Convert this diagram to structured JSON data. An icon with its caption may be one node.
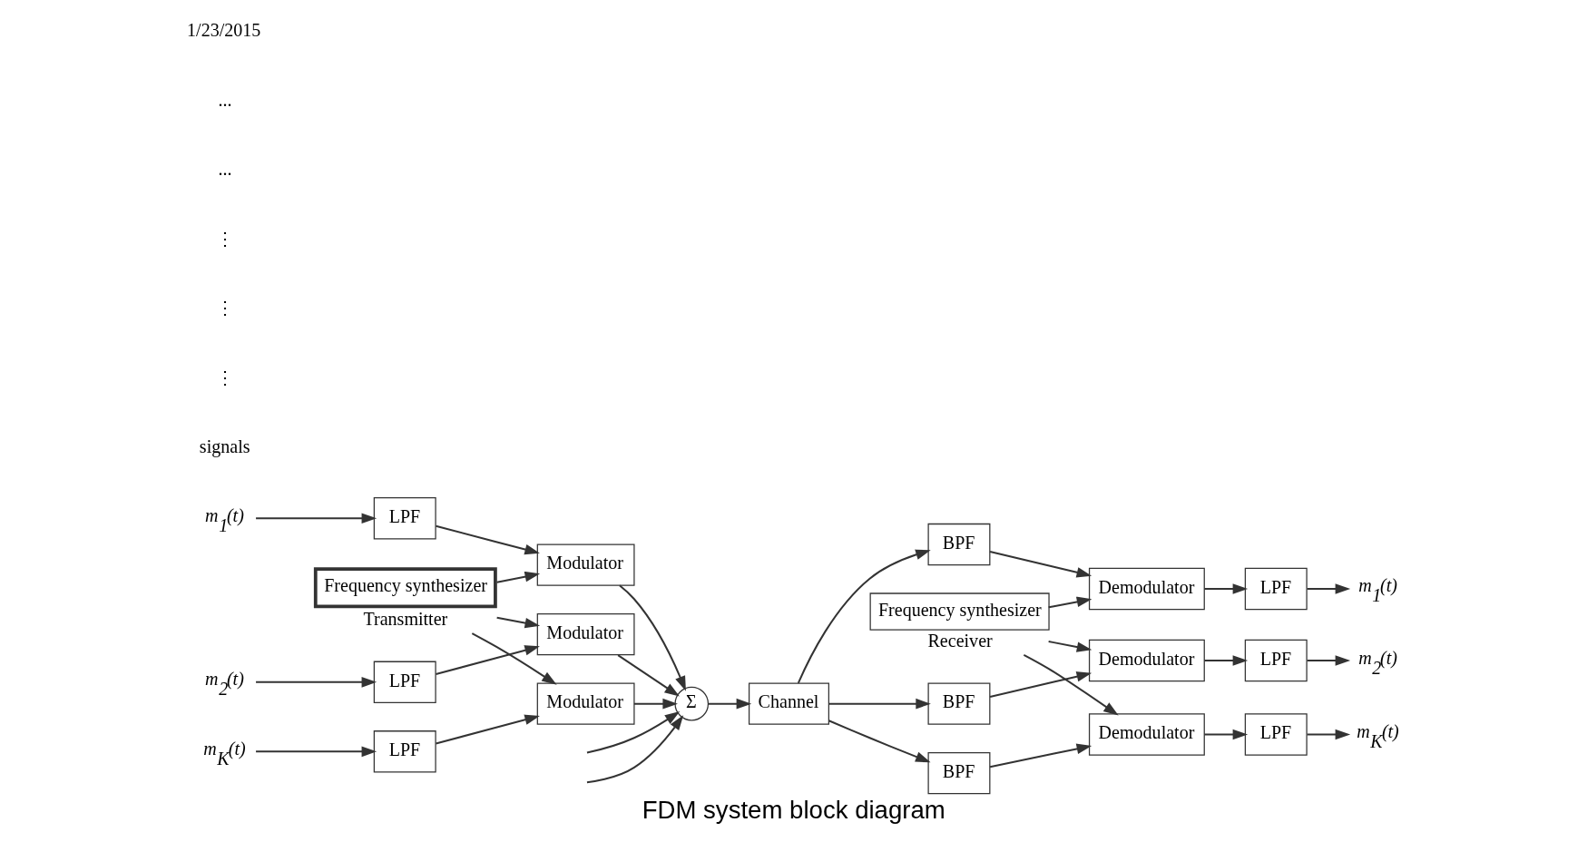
{
  "diagram": {
    "title": "FDM system block diagram",
    "nodes": [
      {
        "text": [
          "m$_{1}$(t)"
        ]
      },
      {
        "text": [
          "LPF"
        ]
      },
      {
        "text": [
          "Modulator"
        ]
      },
      {
        "text": [
          "m$_{2}$(t)"
        ]
      },
      {
        "text": [
          "LPF"
        ]
      },
      {
        "text": [
          "Modulator"
        ]
      },
      {
        "text": [
          "m$_{K}$(t)"
        ]
      },
      {
        "text": [
          "LPF"
        ]
      },
      {
        "text": [
          "Modulator"
        ]
      },
      {
        "text": [
          "Frequency synthesizer"
        ],
        "beside": [
          "Transmitter"
        ]
      },
      {
        "text": [
          "Σ"
        ]
      },
      {
        "text": [
          "Channel"
        ]
      },
      {
        "text": [
          "BPF"
        ]
      },
      {
        "text": [
          "Demodulator"
        ]
      },
      {
        "text": [
          "LPF"
        ]
      },
      {
        "text": [
          "m$_{1}$(t)"
        ]
      },
      {
        "text": [
          "BPF"
        ]
      },
      {
        "text": [
          "Demodulator"
        ]
      },
      {
        "text": [
          "LPF"
        ]
      },
      {
        "text": [
          "m$_{2}$(t)"
        ]
      },
      {
        "text": [
          "BPF"
        ]
      },
      {
        "text": [
          "Demodulator"
        ]
      },
      {
        "text": [
          "LPF"
        ]
      },
      {
        "text": [
          "m$_{K}$(t)"
        ]
      },
      {
        "text": [
          "Frequency synthesizer"
        ],
        "beside": [
          "Receiver"
        ]
      }
    ],
    "edges": [
      {
        "from": 0,
        "to": 1,
        "arrow": "to"
      },
      {
        "from": 1,
        "to": 2,
        "arrow": "to"
      },
      {
        "from": 2,
        "to": 10,
        "arrow": "to"
      },
      {
        "from": 3,
        "to": 4,
        "arrow": "to"
      },
      {
        "from": 4,
        "to": 5,
        "arrow": "to"
      },
      {
        "from": 5,
        "to": 10,
        "arrow": "to"
      },
      {
        "from": 6,
        "to": 7,
        "arrow": "to"
      },
      {
        "from": 7,
        "to": 8,
        "arrow": "to"
      },
      {
        "from": 8,
        "to": 10,
        "arrow": "to"
      },
      {
        "from": 9,
        "to": 2,
        "arrow": "to"
      },
      {
        "from": 9,
        "to": 5,
        "arrow": "to"
      },
      {
        "from": 9,
        "to": 8,
        "arrow": "to"
      },
      {
        "from": null,
        "to": 10,
        "arrow": "to"
      },
      {
        "from": null,
        "to": 10,
        "arrow": "to"
      },
      {
        "from": 10,
        "to": 11,
        "arrow": "to"
      },
      {
        "from": 11,
        "to": 12,
        "arrow": "to"
      },
      {
        "from": 11,
        "to": 16,
        "arrow": "to"
      },
      {
        "from": 11,
        "to": 20,
        "arrow": "to"
      },
      {
        "from": 12,
        "to": 13,
        "arrow": "to"
      },
      {
        "from": 13,
        "to": 14,
        "arrow": "to"
      },
      {
        "from": 14,
        "to": 15,
        "arrow": "to"
      },
      {
        "from": 16,
        "to": 17,
        "arrow": "to"
      },
      {
        "from": 17,
        "to": 18,
        "arrow": "to"
      },
      {
        "from": 18,
        "to": 19,
        "arrow": "to"
      },
      {
        "from": 20,
        "to": 21,
        "arrow": "to"
      },
      {
        "from": 21,
        "to": 22,
        "arrow": "to"
      },
      {
        "from": 22,
        "to": 23,
        "arrow": "to"
      },
      {
        "from": 24,
        "to": 13,
        "arrow": "to"
      },
      {
        "from": 24,
        "to": 17,
        "arrow": "to"
      },
      {
        "from": 24,
        "to": 21,
        "arrow": "to"
      }
    ],
    "labels": [
      "signals",
      "⋮",
      "⋮",
      "⋮",
      "...",
      "...",
      "1/23/2015"
    ]
  }
}
